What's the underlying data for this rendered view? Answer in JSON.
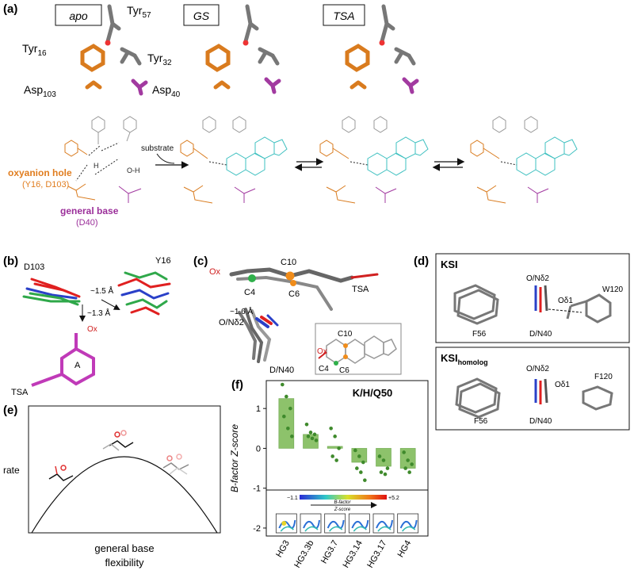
{
  "panel_a": {
    "label": "(a)",
    "states": [
      "apo",
      "GS",
      "TSA"
    ],
    "residues": {
      "tyr57": "Tyr",
      "tyr57_sub": "57",
      "tyr16": "Tyr",
      "tyr16_sub": "16",
      "tyr32": "Tyr",
      "tyr32_sub": "32",
      "asp103": "Asp",
      "asp103_sub": "103",
      "asp40": "Asp",
      "asp40_sub": "40"
    },
    "substrate_label": "substrate",
    "oxyanion_hole": "oxyanion hole",
    "oxyanion_hole_sub": "(Y16, D103)",
    "general_base": "general base",
    "general_base_sub": "(D40)"
  },
  "panel_b": {
    "label": "(b)",
    "d103": "D103",
    "y16": "Y16",
    "dist1": "~1.5 Å",
    "dist2": "~1.3 Å",
    "ox": "Ox",
    "ring": "A",
    "tsa": "TSA"
  },
  "panel_c": {
    "label": "(c)",
    "ox": "Ox",
    "c10": "C10",
    "c4": "C4",
    "c6": "C6",
    "tsa": "TSA",
    "dist": "~1.6 Å",
    "ond2": "O/Nδ2",
    "dn40": "D/N40",
    "inset_c10": "C10",
    "inset_c4": "C4",
    "inset_c6": "C6",
    "inset_ox": "Ox"
  },
  "panel_d": {
    "label": "(d)",
    "ksi_title": "KSI",
    "ksi_labels": {
      "ond2": "O/Nδ2",
      "od1": "Oδ1",
      "w120": "W120",
      "f56": "F56",
      "dn40": "D/N40"
    },
    "homolog_title": "KSI",
    "homolog_sub": "homolog",
    "homolog_labels": {
      "ond2": "O/Nδ2",
      "od1": "Oδ1",
      "f120": "F120",
      "f56": "F56",
      "dn40": "D/N40"
    }
  },
  "panel_e": {
    "label": "(e)",
    "ylabel": "rate",
    "xlabel_line1": "general base",
    "xlabel_line2": "flexibility"
  },
  "panel_f": {
    "label": "(f)",
    "title": "K/H/Q50",
    "ylabel": "B-factor Z-score",
    "colorbar_min": "−1.1",
    "colorbar_max": "+5.2",
    "colorbar_label1": "B-factor",
    "colorbar_label2": "Z-score"
  },
  "chart_data": {
    "type": "bar",
    "title": "K/H/Q50",
    "xlabel": "",
    "ylabel": "B-factor Z-score",
    "ylim": [
      -2.2,
      1.7
    ],
    "yticks": [
      1,
      0,
      -1,
      -2
    ],
    "categories": [
      "HG3",
      "HG3.3b",
      "HG3.7",
      "HG3.14",
      "HG3.17",
      "HG4"
    ],
    "values": [
      1.25,
      0.35,
      0.05,
      -0.35,
      -0.45,
      -0.5
    ],
    "points": [
      [
        1.6,
        1.3,
        1.0,
        0.8,
        0.5,
        0.3
      ],
      [
        0.6,
        0.4,
        0.35,
        0.3,
        0.25,
        0.2
      ],
      [
        0.5,
        0.3,
        0.0,
        -0.2,
        -0.3
      ],
      [
        -0.05,
        -0.2,
        -0.35,
        -0.5,
        -0.6,
        -0.8
      ],
      [
        -0.2,
        -0.3,
        -0.5,
        -0.6,
        -0.65
      ],
      [
        -0.1,
        -0.3,
        -0.4,
        -0.5,
        -0.6
      ]
    ],
    "bar_color": "#8dc26b",
    "point_color": "#3f8a2c",
    "grid": false
  }
}
